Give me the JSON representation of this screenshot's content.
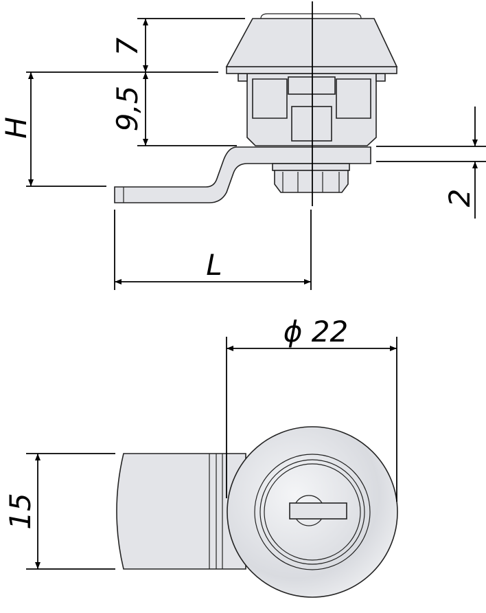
{
  "drawing": {
    "side_view": {
      "dimensions": {
        "cap_height": "7",
        "body_height": "9,5",
        "total_height": "H",
        "cam_thickness": "2",
        "cam_length": "L"
      }
    },
    "front_view": {
      "dimensions": {
        "diameter": "ϕ 22",
        "cam_width": "15"
      }
    }
  },
  "colors": {
    "part_fill": "#e3e4e8",
    "line": "#000000"
  }
}
